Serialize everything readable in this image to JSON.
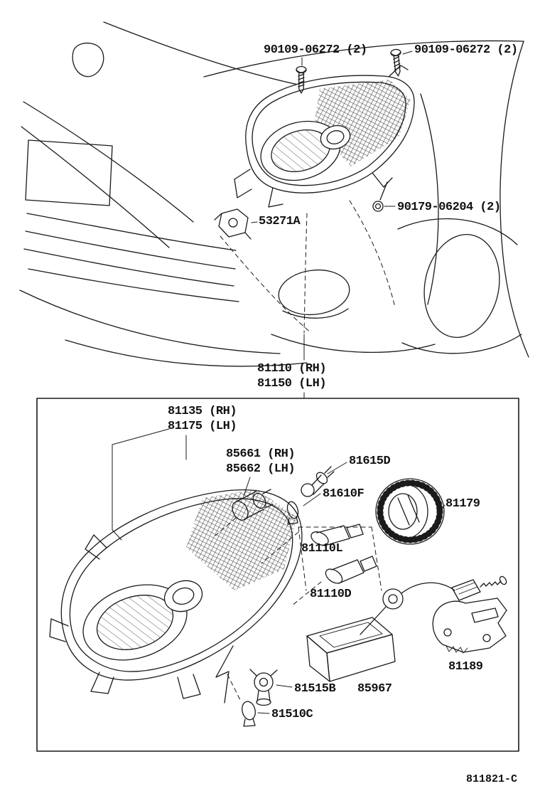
{
  "figure": {
    "code": "811821-C"
  },
  "callouts": {
    "top_screw_left": "90109-06272 (2)",
    "top_screw_right": "90109-06272 (2)",
    "nut": "90179-06204 (2)",
    "p53271a": "53271A",
    "p81110_rh": "81110 (RH)",
    "p81150_lh": "81150 (LH)",
    "p81135_rh": "81135 (RH)",
    "p81175_lh": "81175 (LH)",
    "p85661_rh": "85661 (RH)",
    "p85662_lh": "85662 (LH)",
    "p81615d": "81615D",
    "p81610f": "81610F",
    "p81179": "81179",
    "p81110l": "81110L",
    "p81110d": "81110D",
    "p81189": "81189",
    "p81515b": "81515B",
    "p85967": "85967",
    "p81510c": "81510C"
  },
  "colors": {
    "ink": "#1a1a1a",
    "background": "#ffffff"
  }
}
